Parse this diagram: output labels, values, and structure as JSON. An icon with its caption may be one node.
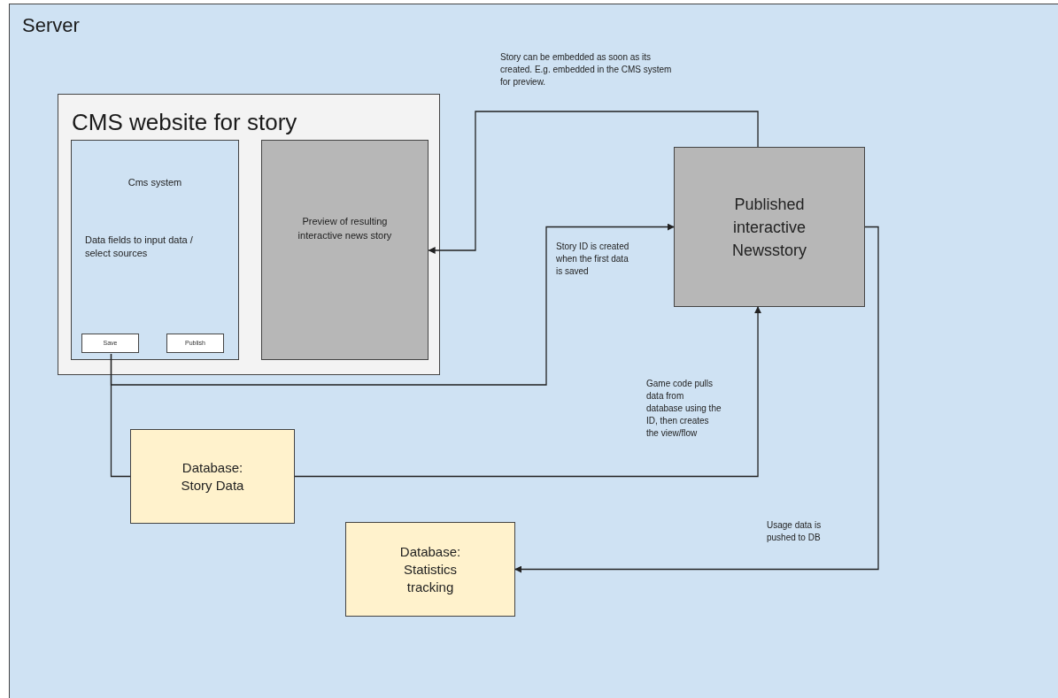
{
  "diagram": {
    "title": "Server",
    "nodes": [
      {
        "text": [
          "CMS website for story"
        ]
      },
      {
        "text": [
          "Cms system",
          "Data fields to input data / select sources"
        ],
        "in": 0
      },
      {
        "text": [
          "Save"
        ],
        "in": 1
      },
      {
        "text": [
          "Publish"
        ],
        "in": 1
      },
      {
        "text": [
          "Preview of resulting interactive news story"
        ],
        "in": 0
      },
      {
        "text": [
          "Published interactive Newsstory"
        ]
      },
      {
        "text": [
          "Database: Story Data"
        ]
      },
      {
        "text": [
          "Database: Statistics tracking"
        ]
      }
    ],
    "edges": [
      {
        "from": 5,
        "to": 4,
        "arrow": "to",
        "label": "Story can be embedded as soon as its created. E.g. embedded in the CMS system for preview."
      },
      {
        "from": 2,
        "to": 5,
        "arrow": "to",
        "label": "Story ID is created when the first data is saved"
      },
      {
        "from": 2,
        "to": 6,
        "arrow": "none"
      },
      {
        "from": 6,
        "to": 5,
        "arrow": "to",
        "label": "Game code pulls data from database using the ID, then creates the view/flow"
      },
      {
        "from": 5,
        "to": 7,
        "arrow": "to",
        "label": "Usage data is pushed to DB"
      }
    ]
  }
}
